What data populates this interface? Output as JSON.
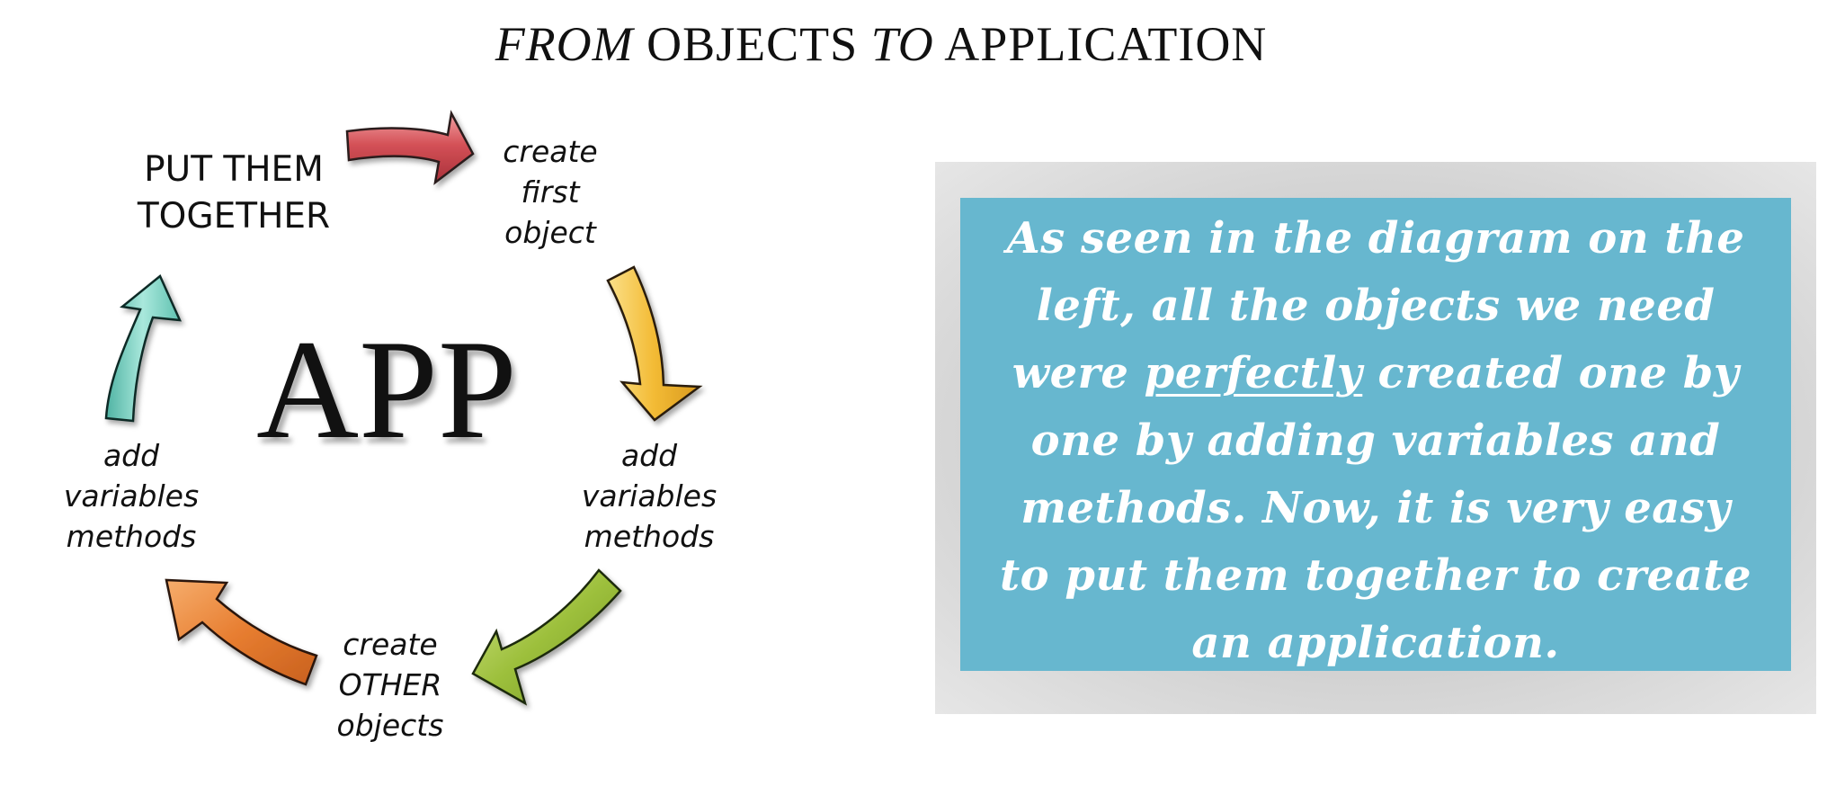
{
  "title": {
    "part1": "FROM",
    "part2": " OBJECTS ",
    "part3": "TO",
    "part4": " APPLICATION"
  },
  "diagram": {
    "center": "APP",
    "steps": [
      {
        "id": "put-together",
        "lines": [
          "PUT THEM",
          "TOGETHER"
        ]
      },
      {
        "id": "create-first",
        "lines": [
          "create",
          "first",
          "object"
        ]
      },
      {
        "id": "add-right",
        "lines": [
          "add",
          "variables",
          "methods"
        ]
      },
      {
        "id": "create-other",
        "lines": [
          "create",
          "OTHER",
          "objects"
        ]
      },
      {
        "id": "add-left",
        "lines": [
          "add",
          "variables",
          "methods"
        ]
      }
    ],
    "arrow_colors": {
      "red": "#c9444a",
      "yellow": "#f1b830",
      "green": "#92b431",
      "orange": "#e4782c",
      "teal": "#6cc8b8"
    }
  },
  "info": {
    "line1": "As seen in the diagram on the",
    "line2": "left, all the objects we need",
    "line3_pre": "were ",
    "line3_emph": "perfectly",
    "line3_post": " created one by",
    "line4": "one by adding variables and",
    "line5": "methods. Now, it is very easy",
    "line6": "to put them together to create",
    "line7": "an application.",
    "box_color": "#67b7cf",
    "text_color": "#ffffff"
  }
}
